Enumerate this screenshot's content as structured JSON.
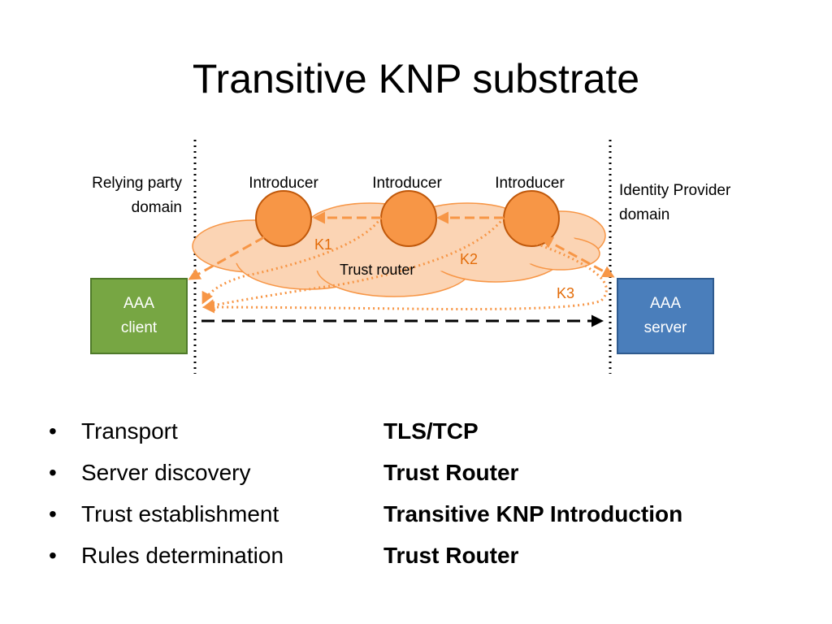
{
  "slide": {
    "title": "Transitive KNP substrate"
  },
  "diagram": {
    "left_domain_label": "Relying party domain",
    "right_domain_label": "Identity Provider domain",
    "introducers": [
      "Introducer",
      "Introducer",
      "Introducer"
    ],
    "cloud_label": "Trust router",
    "key_labels": [
      "K1",
      "K2",
      "K3"
    ],
    "aaa_client": "AAA client",
    "aaa_server": "AAA server",
    "colors": {
      "accent": "#e36c09",
      "node": "#f79646",
      "cloud": "#fbd4b4",
      "client": "#77a643",
      "server": "#4a7ebb"
    }
  },
  "bullets": [
    {
      "key": "Transport",
      "value": "TLS/TCP"
    },
    {
      "key": "Server discovery",
      "value": "Trust Router"
    },
    {
      "key": "Trust establishment",
      "value": "Transitive KNP Introduction"
    },
    {
      "key": "Rules determination",
      "value": "Trust Router"
    }
  ]
}
